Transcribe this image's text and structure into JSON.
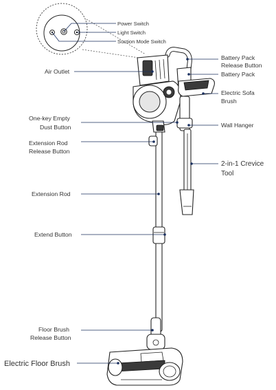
{
  "labels": {
    "power_switch": "Power Switch",
    "light_switch": "Light Switch",
    "suction_mode_switch": "Suction Mode Switch",
    "battery_pack_release_1": "Battery Pack",
    "battery_pack_release_2": "Release Button",
    "battery_pack": "Battery Pack",
    "air_outlet": "Air Outlet",
    "electric_sofa_brush_1": "Electric Sofa",
    "electric_sofa_brush_2": "Brush",
    "one_key_empty_1": "One-key Empty",
    "one_key_empty_2": "Dust Button",
    "wall_hanger": "Wall Hanger",
    "extension_rod_release_1": "Extension Rod",
    "extension_rod_release_2": "Release Button",
    "crevice_tool_1": "2-in-1 Crevice",
    "crevice_tool_2": "Tool",
    "extension_rod": "Extension Rod",
    "extend_button": "Extend Button",
    "floor_brush_release_1": "Floor Brush",
    "floor_brush_release_2": "Release Button",
    "electric_floor_brush": "Electric Floor Brush"
  },
  "colors": {
    "leader_line": "#1a2f5e",
    "text": "#333333",
    "outline": "#222222"
  }
}
